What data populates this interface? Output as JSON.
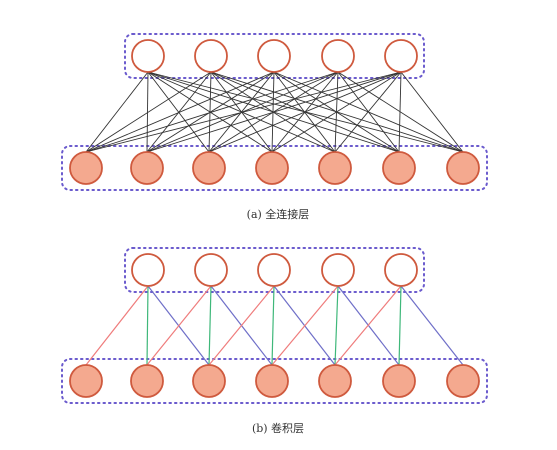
{
  "colors": {
    "box_border": "#6a5acd",
    "input_fill": "#f4a98f",
    "node_stroke": "#cf5a3e",
    "output_fill": "#ffffff",
    "fc_edge": "#333333",
    "conv_left": "#ef7c7c",
    "conv_center": "#3fb87a",
    "conv_right": "#6f6fc8"
  },
  "diagrams": [
    {
      "id": "fully-connected",
      "caption": "(a) 全连接层",
      "type": "fully-connected",
      "output_nodes": 5,
      "input_nodes": 7
    },
    {
      "id": "convolutional",
      "caption": "(b) 卷积层",
      "type": "convolutional",
      "output_nodes": 5,
      "input_nodes": 7,
      "kernel_size": 3
    }
  ]
}
